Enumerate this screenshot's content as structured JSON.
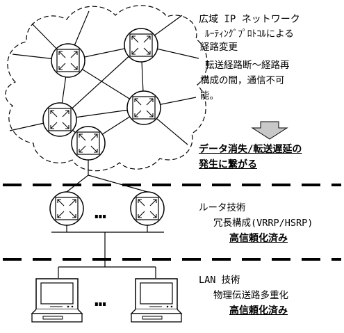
{
  "wan": {
    "title": "広域 IP ネットワーク",
    "routing_line1": "ﾙｰﾃｨﾝｸﾞﾌﾟﾛﾄｺﾙによる",
    "routing_line2": "経路変更",
    "interruption_line1": "転送経路断～経路再",
    "interruption_line2": "構成の間，通信不可",
    "interruption_line3": "能。",
    "consequence_line1": "データ消失/転送遅延の",
    "consequence_line2": "発生に繋がる"
  },
  "router_tech": {
    "title": "ルータ技術",
    "method": "冗長構成(VRRP/HSRP)",
    "status": "高信頼化済み"
  },
  "lan_tech": {
    "title": "LAN 技術",
    "method": "物理伝送路多重化",
    "status": "高信頼化済み"
  },
  "ellipsis": "…",
  "colors": {
    "line": "#000000",
    "arrow_fill": "#c8c8c8",
    "background": "#ffffff"
  }
}
